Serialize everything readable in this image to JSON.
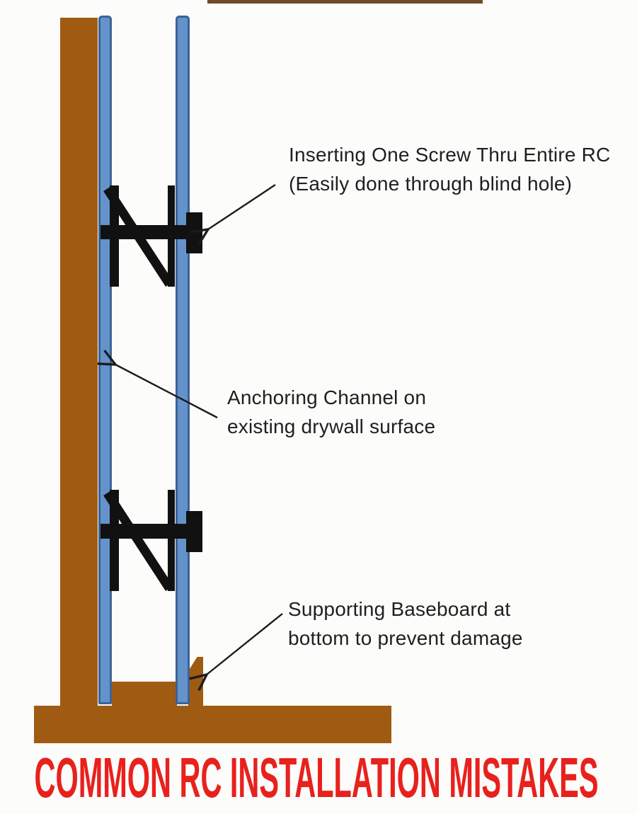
{
  "title": {
    "text": "COMMON RC INSTALLATION MISTAKES",
    "color": "#e8211d"
  },
  "annotations": {
    "screw": {
      "line1": "Inserting One Screw Thru Entire RC",
      "line2": "(Easily done through blind hole)"
    },
    "channel": {
      "line1": "Anchoring Channel on",
      "line2": "existing drywall surface"
    },
    "baseboard": {
      "line1": "Supporting Baseboard at",
      "line2": "bottom to prevent damage"
    }
  },
  "colors": {
    "title_red": "#e8211d",
    "wood_brown": "#a05b12",
    "top_strip_brown": "#6e4c26",
    "drywall_blue_fill": "#6493cb",
    "drywall_blue_border": "#3c6396",
    "channel_black": "#111111",
    "annotation_text": "#1f1f1f",
    "background": "#fcfcfb"
  }
}
